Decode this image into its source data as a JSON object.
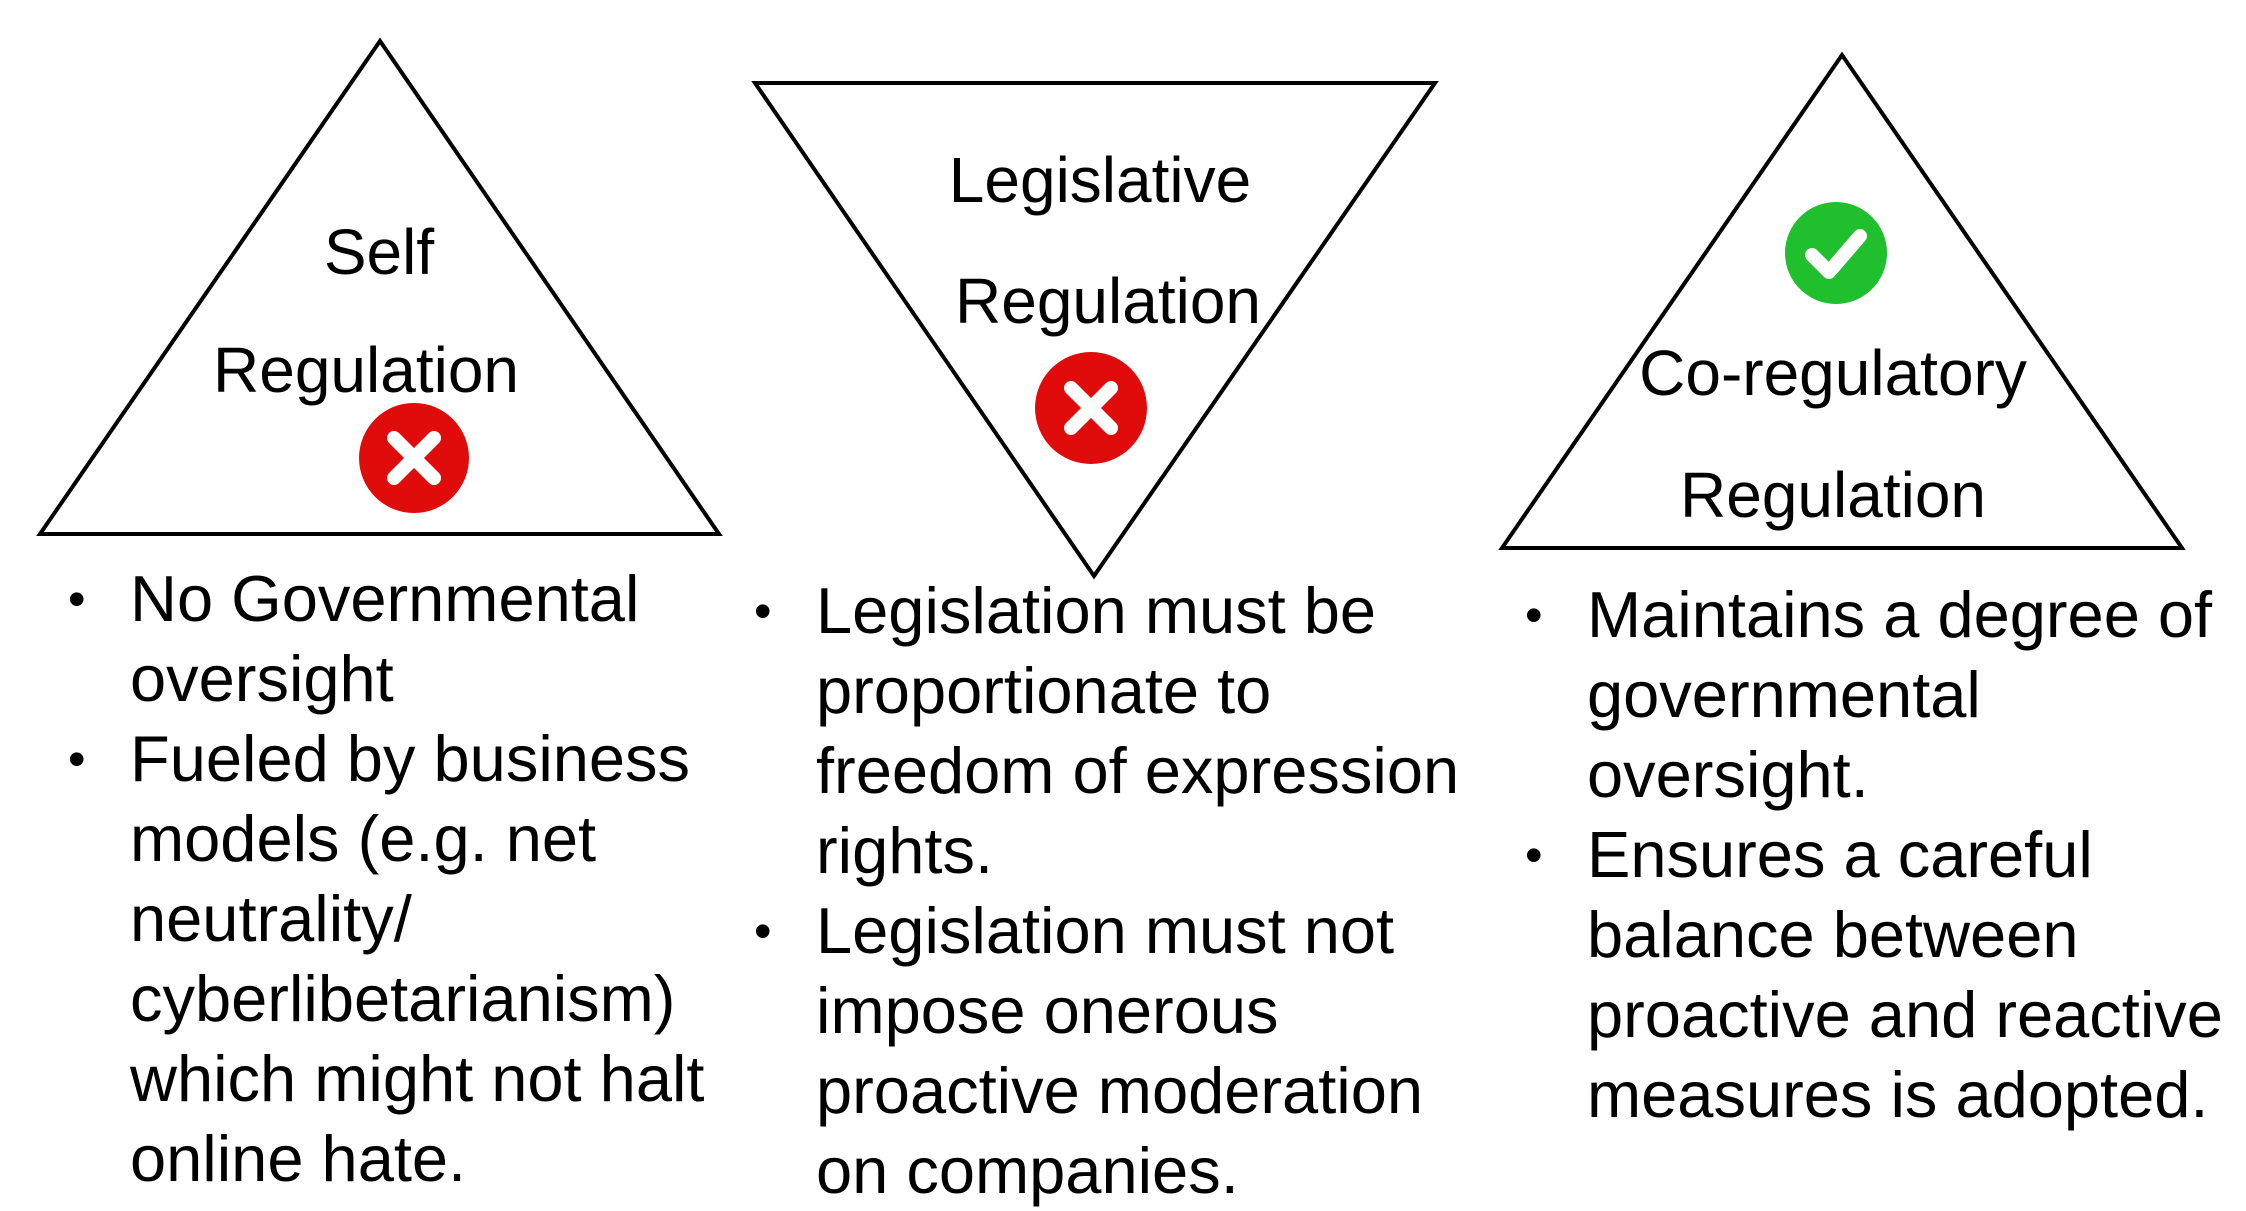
{
  "columns": [
    {
      "id": "self",
      "label_line1": "Self",
      "label_line2": "Regulation",
      "status_icon": "x-circle-icon",
      "status_color": "#E00B0B",
      "bullets": [
        "No Governmental oversight",
        "Fueled by business models (e.g. net neutrality/ cyberlibetarianism) which might not halt online hate."
      ]
    },
    {
      "id": "legislative",
      "label_line1": "Legislative",
      "label_line2": "Regulation",
      "status_icon": "x-circle-icon",
      "status_color": "#E00B0B",
      "bullets": [
        "Legislation must be proportionate to freedom of expression rights.",
        "Legislation must not impose onerous proactive moderation on companies."
      ]
    },
    {
      "id": "co",
      "label_line1": "Co-regulatory",
      "label_line2": "Regulation",
      "status_icon": "check-circle-icon",
      "status_color": "#1FBF2E",
      "bullets": [
        "Maintains a degree of governmental oversight.",
        "Ensures a careful balance between proactive and reactive measures is adopted."
      ]
    }
  ]
}
